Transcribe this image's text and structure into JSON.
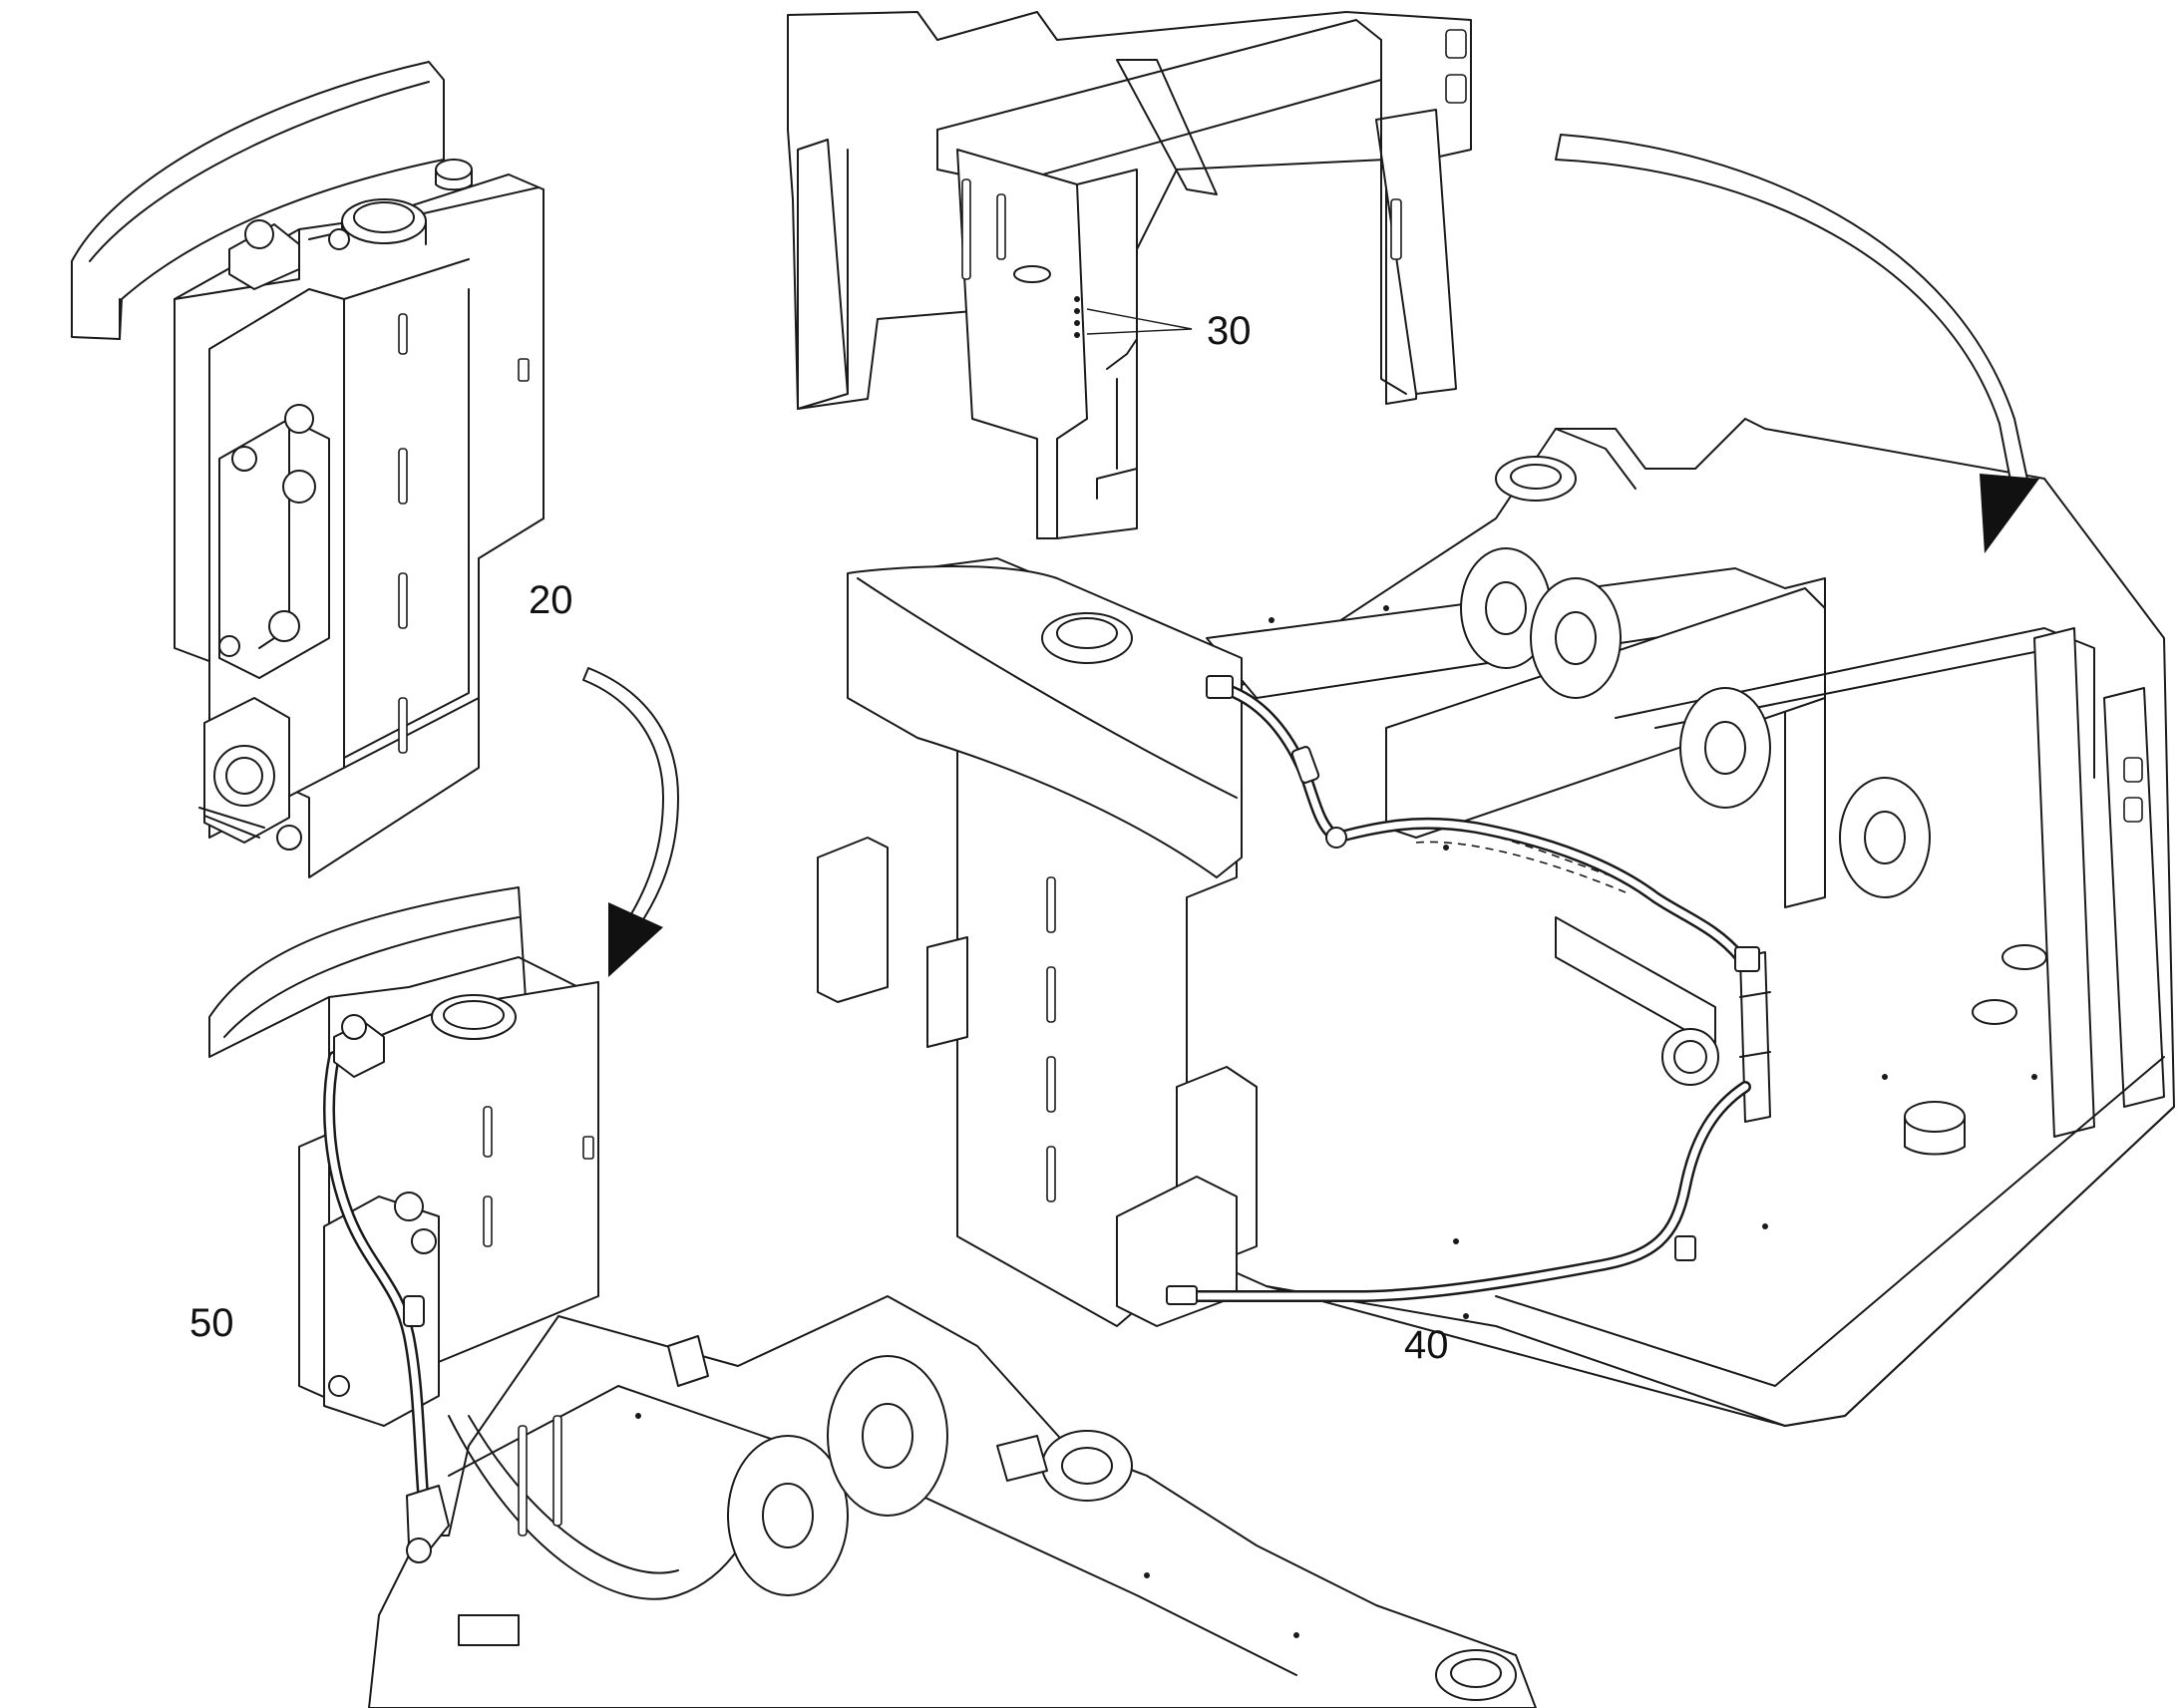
{
  "callouts": {
    "c20": "20",
    "c30": "30",
    "c40": "40",
    "c50": "50"
  },
  "colors": {
    "line": "#1a1a1a",
    "background": "#ffffff"
  }
}
